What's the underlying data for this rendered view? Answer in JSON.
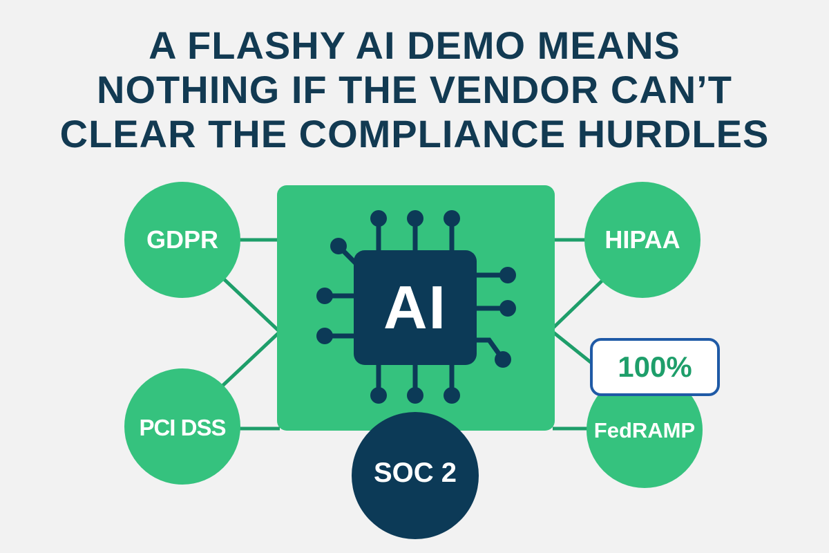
{
  "headline": {
    "line1": "A FLASHY AI DEMO MEANS",
    "line2": "NOTHING IF THE VENDOR CAN’T",
    "line3": "CLEAR THE COMPLIANCE HURDLES"
  },
  "chip": {
    "label": "AI"
  },
  "nodes": {
    "gdpr": "GDPR",
    "hipaa": "HIPAA",
    "pci": "PCI DSS",
    "fedramp": "FedRAMP",
    "soc2": "SOC 2"
  },
  "badge": {
    "value": "100%"
  },
  "colors": {
    "green": "#35c27e",
    "navy": "#0c3a57",
    "line": "#1e9e6a",
    "badge_border": "#1f5aa6",
    "badge_text": "#1e9e6a",
    "background": "#f2f2f2"
  }
}
